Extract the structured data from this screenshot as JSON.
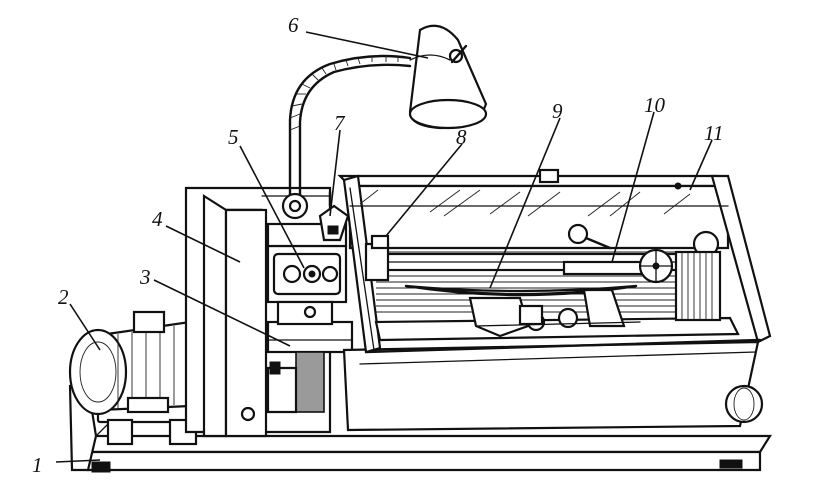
{
  "labels": [
    {
      "id": "part-1",
      "text": "1"
    },
    {
      "id": "part-2",
      "text": "2"
    },
    {
      "id": "part-3",
      "text": "3"
    },
    {
      "id": "part-4",
      "text": "4"
    },
    {
      "id": "part-5",
      "text": "5"
    },
    {
      "id": "part-6",
      "text": "6"
    },
    {
      "id": "part-7",
      "text": "7"
    },
    {
      "id": "part-8",
      "text": "8"
    },
    {
      "id": "part-9",
      "text": "9"
    },
    {
      "id": "part-10",
      "text": "10"
    },
    {
      "id": "part-11",
      "text": "11"
    }
  ]
}
